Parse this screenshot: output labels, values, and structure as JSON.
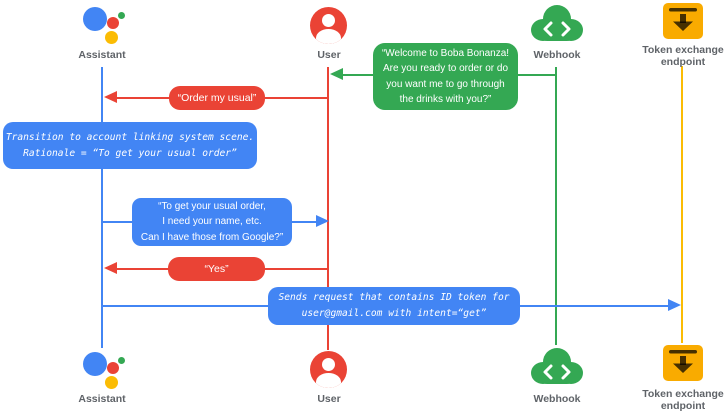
{
  "diagram": {
    "kind": "sequence-diagram",
    "background": "#ffffff"
  },
  "palette": {
    "blue": "#4285F4",
    "red": "#EA4335",
    "green": "#34A853",
    "amber_icon": "#F9AB00",
    "yellow_line": "#FBBC04",
    "label_gray": "#5F6368",
    "bubble_text": "#FFFFFF"
  },
  "actors": [
    {
      "id": "assistant",
      "label": "Assistant",
      "icon": "google-assistant-logo"
    },
    {
      "id": "user",
      "label": "User",
      "icon": "user-avatar"
    },
    {
      "id": "webhook",
      "label": "Webhook",
      "icon": "code-cloud"
    },
    {
      "id": "token_endpoint",
      "label": "Token exchange endpoint",
      "icon": "token-archive-box"
    }
  ],
  "messages": {
    "welcome": {
      "from": "webhook",
      "to": "user",
      "color": "green",
      "text": "“Welcome to Boba Bonanza!\nAre you ready to order or do\nyou want me to go through\nthe drinks with you?”"
    },
    "order_usual": {
      "from": "user",
      "to": "assistant",
      "color": "red",
      "text": "“Order my usual”"
    },
    "transition_note": {
      "color": "blue",
      "style": "mono-italic",
      "text": "Transition to account linking system scene.\nRationale = “To get your usual order”"
    },
    "ask_permission": {
      "from": "assistant",
      "to": "user",
      "color": "blue",
      "text": "“To get your usual order,\nI need your name, etc.\nCan I have those from Google?”"
    },
    "yes": {
      "from": "user",
      "to": "assistant",
      "color": "red",
      "text": "“Yes”"
    },
    "send_token": {
      "from": "assistant",
      "to": "token_endpoint",
      "color": "blue",
      "style": "mono-italic",
      "text": "Sends request that contains ID token for\nuser@gmail.com with intent=“get”"
    }
  }
}
